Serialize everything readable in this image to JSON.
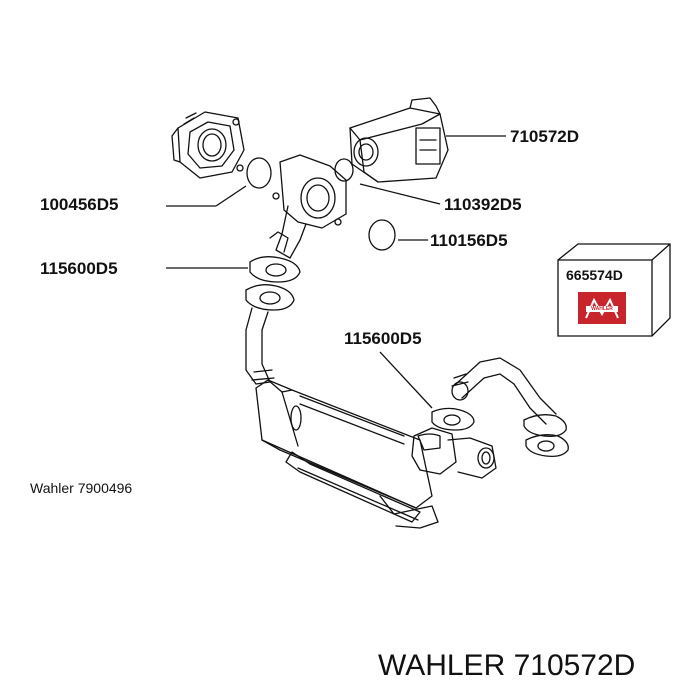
{
  "labels": {
    "p710572": "710572D",
    "p100456": "100456D5",
    "p110392": "110392D5",
    "p110156": "110156D5",
    "p115600a": "115600D5",
    "p115600b": "115600D5",
    "p665574": "665574D"
  },
  "box_logo_text": "WAHLER",
  "note": "Wahler 7900496",
  "footer": "WAHLER 710572D",
  "colors": {
    "logo_red": "#c8242b",
    "line": "#111111"
  }
}
